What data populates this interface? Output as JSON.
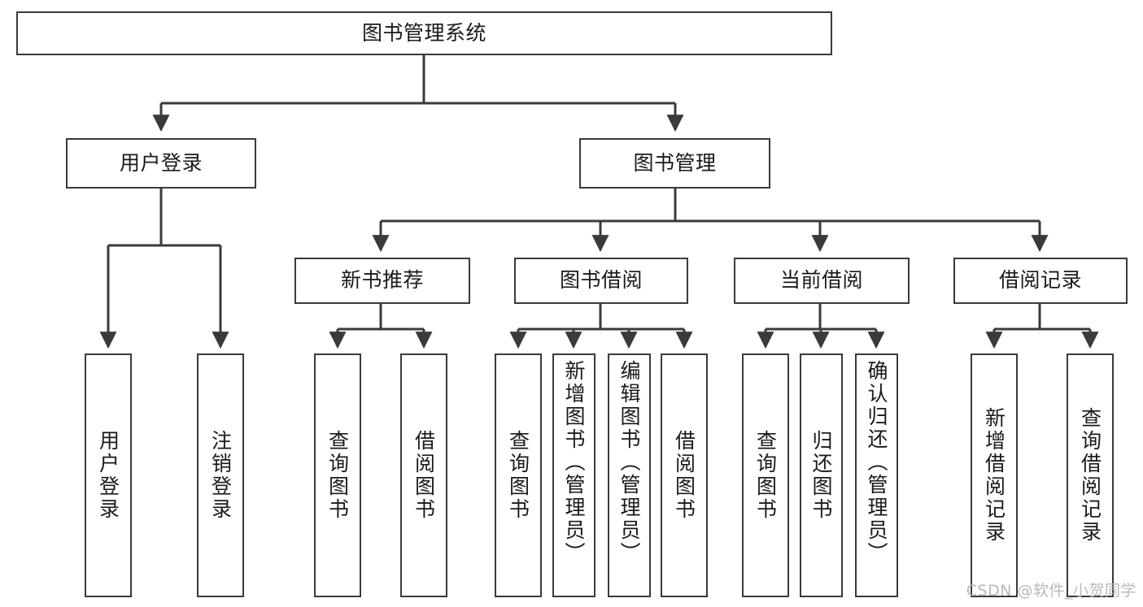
{
  "diagram": {
    "title": "图书管理系统",
    "watermark": "CSDN @软件_小贺同学",
    "line_color": "#3a3a3a",
    "box_fill": "#ffffff",
    "text_color": "#1a1a1a",
    "watermark_color": "#b9b9b9",
    "levels": {
      "root": [
        "图书管理系统"
      ],
      "level2": [
        "用户登录",
        "图书管理"
      ],
      "level3": [
        "新书推荐",
        "图书借阅",
        "当前借阅",
        "借阅记录"
      ],
      "leaves": [
        "用户登录",
        "注销登录",
        "查询图书",
        "借阅图书",
        "查询图书",
        "新增图书（管理员）",
        "编辑图书（管理员）",
        "借阅图书",
        "查询图书",
        "归还图书",
        "确认归还（管理员）",
        "新增借阅记录",
        "查询借阅记录"
      ]
    },
    "nodes": {
      "root": {
        "label": "图书管理系统"
      },
      "user_login": {
        "label": "用户登录"
      },
      "book_manage": {
        "label": "图书管理"
      },
      "new_book_rec": {
        "label": "新书推荐"
      },
      "book_borrow": {
        "label": "图书借阅"
      },
      "current_borrow": {
        "label": "当前借阅"
      },
      "borrow_record": {
        "label": "借阅记录"
      },
      "leaf_user_login": {
        "label": "用户登录"
      },
      "leaf_logout": {
        "label": "注销登录"
      },
      "leaf_query_book_a": {
        "label": "查询图书"
      },
      "leaf_borrow_book_a": {
        "label": "借阅图书"
      },
      "leaf_query_book_b": {
        "label": "查询图书"
      },
      "leaf_add_book": {
        "label": "新增图书（管理员）"
      },
      "leaf_edit_book": {
        "label": "编辑图书（管理员）"
      },
      "leaf_borrow_book_b": {
        "label": "借阅图书"
      },
      "leaf_query_book_c": {
        "label": "查询图书"
      },
      "leaf_return_book": {
        "label": "归还图书"
      },
      "leaf_confirm_return": {
        "label": "确认归还（管理员）"
      },
      "leaf_add_record": {
        "label": "新增借阅记录"
      },
      "leaf_query_record": {
        "label": "查询借阅记录"
      }
    }
  }
}
